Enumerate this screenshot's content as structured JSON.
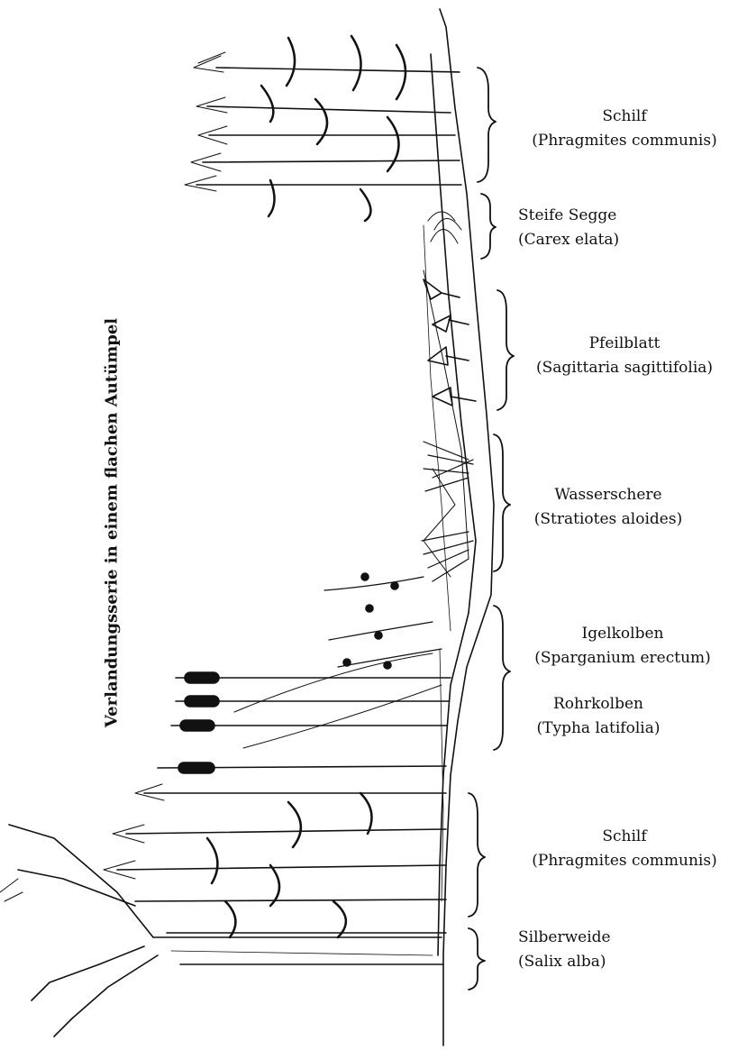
{
  "title": "Verlandungsserie in einem flachen Autümpel",
  "zones": [
    {
      "common": "Schilf",
      "latin": "(Phragmites communis)"
    },
    {
      "common": "Steife Segge",
      "latin": "(Carex elata)"
    },
    {
      "common": "Pfeilblatt",
      "latin": "(Sagittaria sagittifolia)"
    },
    {
      "common": "Wasserschere",
      "latin": "(Stratiotes aloides)"
    },
    {
      "common": "Igelkolben",
      "latin": "(Sparganium erectum)"
    },
    {
      "common": "Rohrkolben",
      "latin": "(Typha latifolia)"
    },
    {
      "common": "Schilf",
      "latin": "(Phragmites communis)"
    },
    {
      "common": "Silberweide",
      "latin": "(Salix alba)"
    }
  ],
  "colors": {
    "ink": "#111111",
    "background": "#ffffff"
  }
}
